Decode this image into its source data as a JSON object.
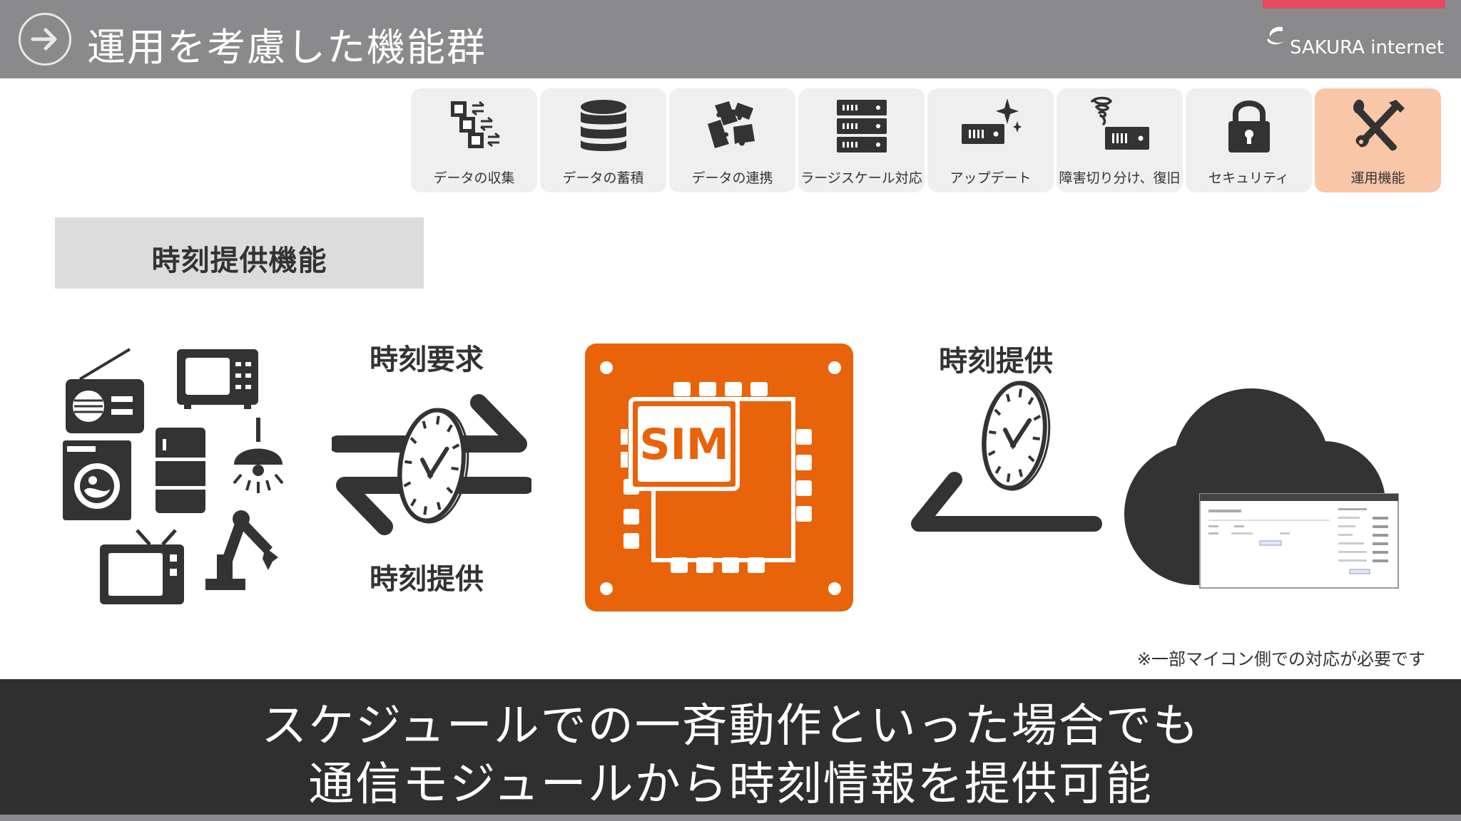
{
  "header": {
    "title": "運用を考慮した機能群",
    "logo_text": "SAKURA internet",
    "accent_color": "#e6495f",
    "back_icon": "arrow-right-circle-icon"
  },
  "tabs": [
    {
      "label": "データの収集",
      "icon": "chips-transfer-icon",
      "active": false
    },
    {
      "label": "データの蓄積",
      "icon": "database-icon",
      "active": false
    },
    {
      "label": "データの連携",
      "icon": "puzzle-pieces-icon",
      "active": false
    },
    {
      "label": "ラージスケール対応",
      "icon": "server-stack-icon",
      "active": false
    },
    {
      "label": "アップデート",
      "icon": "device-sparkle-icon",
      "active": false
    },
    {
      "label": "障害切り分け、復旧",
      "icon": "device-tornado-icon",
      "active": false
    },
    {
      "label": "セキュリティ",
      "icon": "padlock-icon",
      "active": false
    },
    {
      "label": "運用機能",
      "icon": "tools-icon",
      "active": true
    }
  ],
  "section": {
    "title": "時刻提供機能"
  },
  "diagram": {
    "request_label": "時刻要求",
    "provide_label_left": "時刻提供",
    "provide_label_right": "時刻提供",
    "chip_text": "SIM",
    "chip_color": "#e8630a",
    "footnote": "※一部マイコン側での対応が必要です"
  },
  "caption": {
    "line1": "スケジュールでの一斉動作といった場合でも",
    "line2": "通信モジュールから時刻情報を提供可能"
  }
}
